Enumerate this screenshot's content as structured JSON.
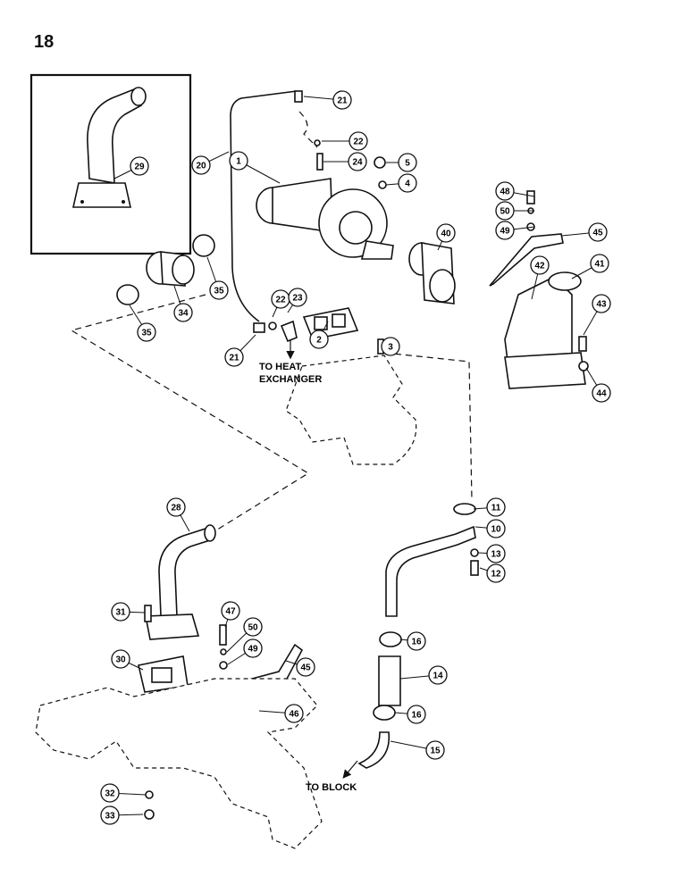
{
  "page": {
    "number": "18"
  },
  "notes": {
    "to_heat_exchanger": [
      "TO HEAT",
      "EXCHANGER"
    ],
    "to_block": "TO BLOCK"
  },
  "callouts": [
    "1",
    "2",
    "3",
    "4",
    "5",
    "10",
    "11",
    "12",
    "13",
    "14",
    "15",
    "16",
    "16",
    "20",
    "21",
    "21",
    "22",
    "22",
    "23",
    "24",
    "28",
    "29",
    "30",
    "31",
    "32",
    "33",
    "34",
    "35",
    "35",
    "40",
    "41",
    "42",
    "43",
    "44",
    "45",
    "45",
    "46",
    "47",
    "48",
    "49",
    "49",
    "50",
    "50"
  ],
  "colors": {
    "ink": "#111111",
    "background": "#ffffff"
  }
}
